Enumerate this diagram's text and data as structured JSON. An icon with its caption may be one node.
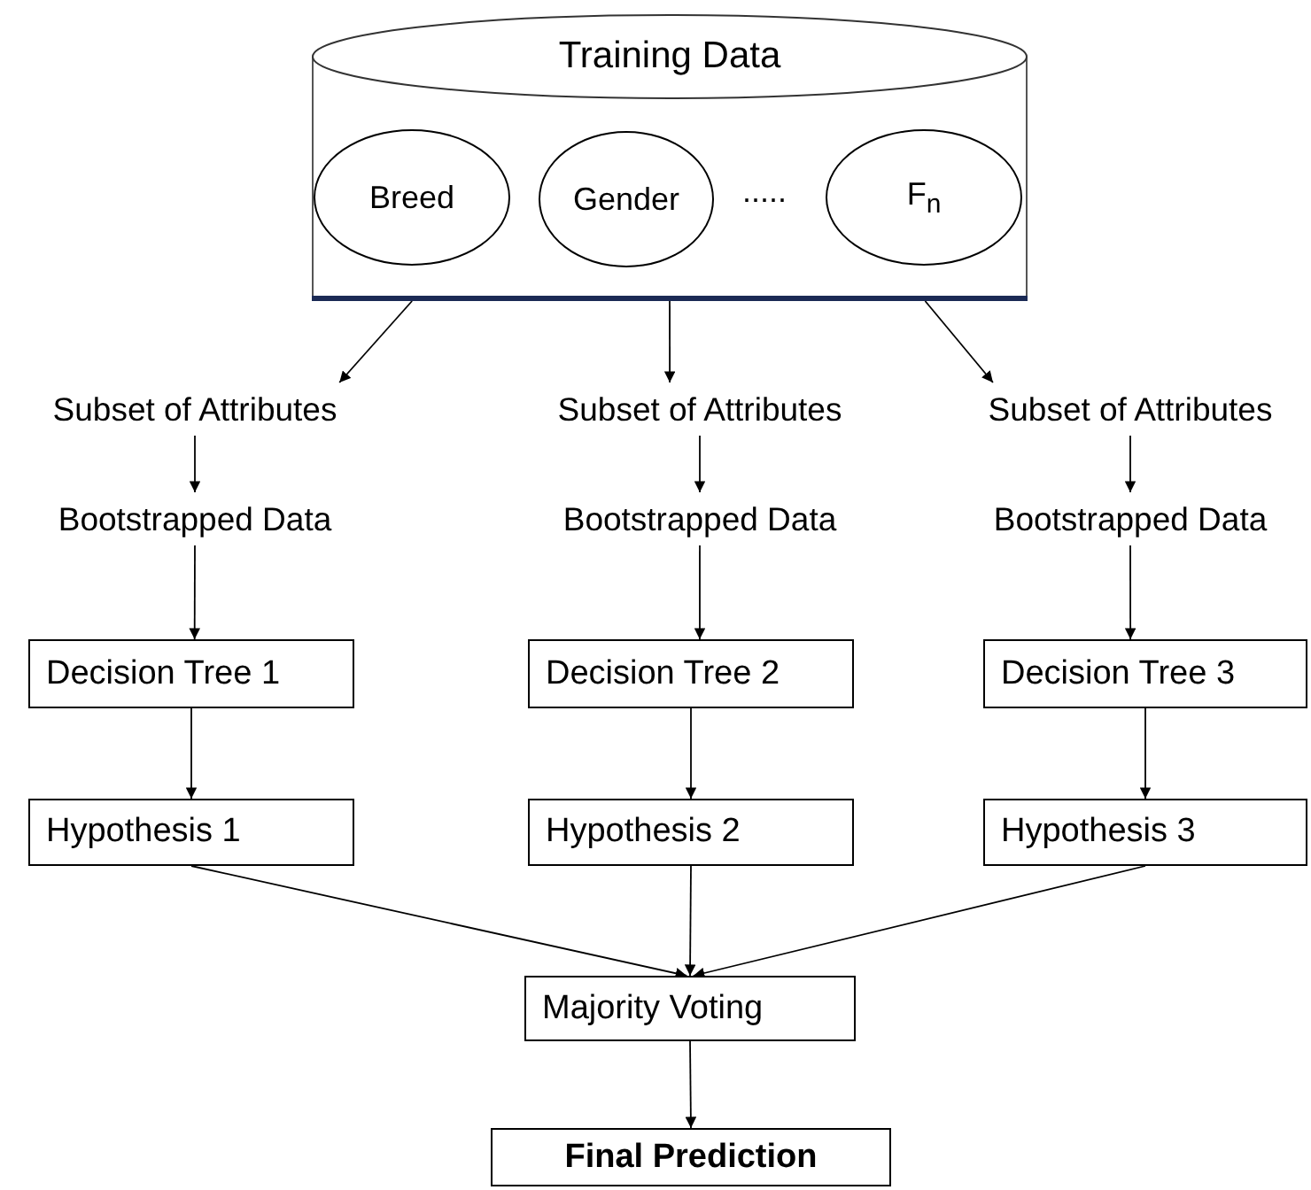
{
  "diagram": {
    "nodes": [
      {
        "text": [
          "Training Data"
        ]
      },
      {
        "text": [
          "Breed"
        ],
        "in": 0
      },
      {
        "text": [
          "Gender"
        ],
        "in": 0
      },
      {
        "text": [
          "F$_{n}$"
        ],
        "in": 0
      },
      {
        "text": [
          "Subset of Attributes"
        ]
      },
      {
        "text": [
          "Subset of Attributes"
        ]
      },
      {
        "text": [
          "Subset of Attributes"
        ]
      },
      {
        "text": [
          "Bootstrapped Data"
        ]
      },
      {
        "text": [
          "Bootstrapped Data"
        ]
      },
      {
        "text": [
          "Bootstrapped Data"
        ]
      },
      {
        "text": [
          "Decision Tree 1"
        ]
      },
      {
        "text": [
          "Decision Tree 2"
        ]
      },
      {
        "text": [
          "Decision Tree 3"
        ]
      },
      {
        "text": [
          "Hypothesis 1"
        ]
      },
      {
        "text": [
          "Hypothesis 2"
        ]
      },
      {
        "text": [
          "Hypothesis 3"
        ]
      },
      {
        "text": [
          "Majority Voting"
        ]
      },
      {
        "text": [
          "Final Prediction"
        ]
      }
    ],
    "edges": [
      {
        "from": 0,
        "to": 4,
        "arrow": "to"
      },
      {
        "from": 0,
        "to": 5,
        "arrow": "to"
      },
      {
        "from": 0,
        "to": 6,
        "arrow": "to"
      },
      {
        "from": 4,
        "to": 7,
        "arrow": "to"
      },
      {
        "from": 5,
        "to": 8,
        "arrow": "to"
      },
      {
        "from": 6,
        "to": 9,
        "arrow": "to"
      },
      {
        "from": 7,
        "to": 10,
        "arrow": "to"
      },
      {
        "from": 8,
        "to": 11,
        "arrow": "to"
      },
      {
        "from": 9,
        "to": 12,
        "arrow": "to"
      },
      {
        "from": 10,
        "to": 13,
        "arrow": "to"
      },
      {
        "from": 11,
        "to": 14,
        "arrow": "to"
      },
      {
        "from": 12,
        "to": 15,
        "arrow": "to"
      },
      {
        "from": 13,
        "to": 16,
        "arrow": "to"
      },
      {
        "from": 14,
        "to": 16,
        "arrow": "to"
      },
      {
        "from": 15,
        "to": 16,
        "arrow": "to"
      },
      {
        "from": 16,
        "to": 17,
        "arrow": "to"
      }
    ],
    "labels": [
      "....."
    ]
  }
}
